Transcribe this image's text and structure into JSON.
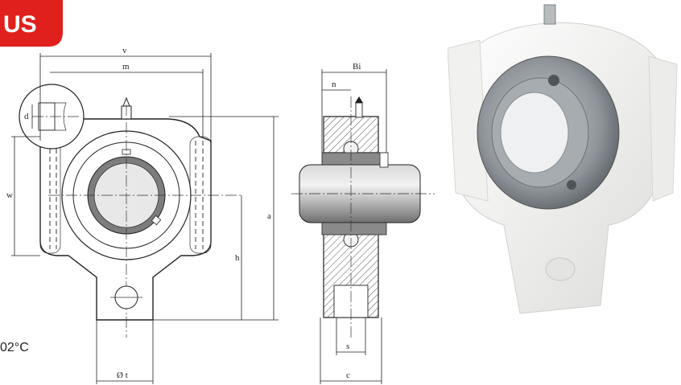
{
  "badge": {
    "text": "US",
    "color": "#e0201c"
  },
  "temperature_fragment": "02°C",
  "front_view": {
    "labels": {
      "v": "v",
      "m": "m",
      "d": "d",
      "w": "w",
      "h": "h",
      "a": "a",
      "t": "Ø t"
    }
  },
  "side_view": {
    "labels": {
      "bi": "Bi",
      "n": "n",
      "s": "s",
      "c": "c"
    }
  },
  "photo": {
    "housing_color": "#f4f4f2",
    "insert_color": "#8e9499"
  }
}
